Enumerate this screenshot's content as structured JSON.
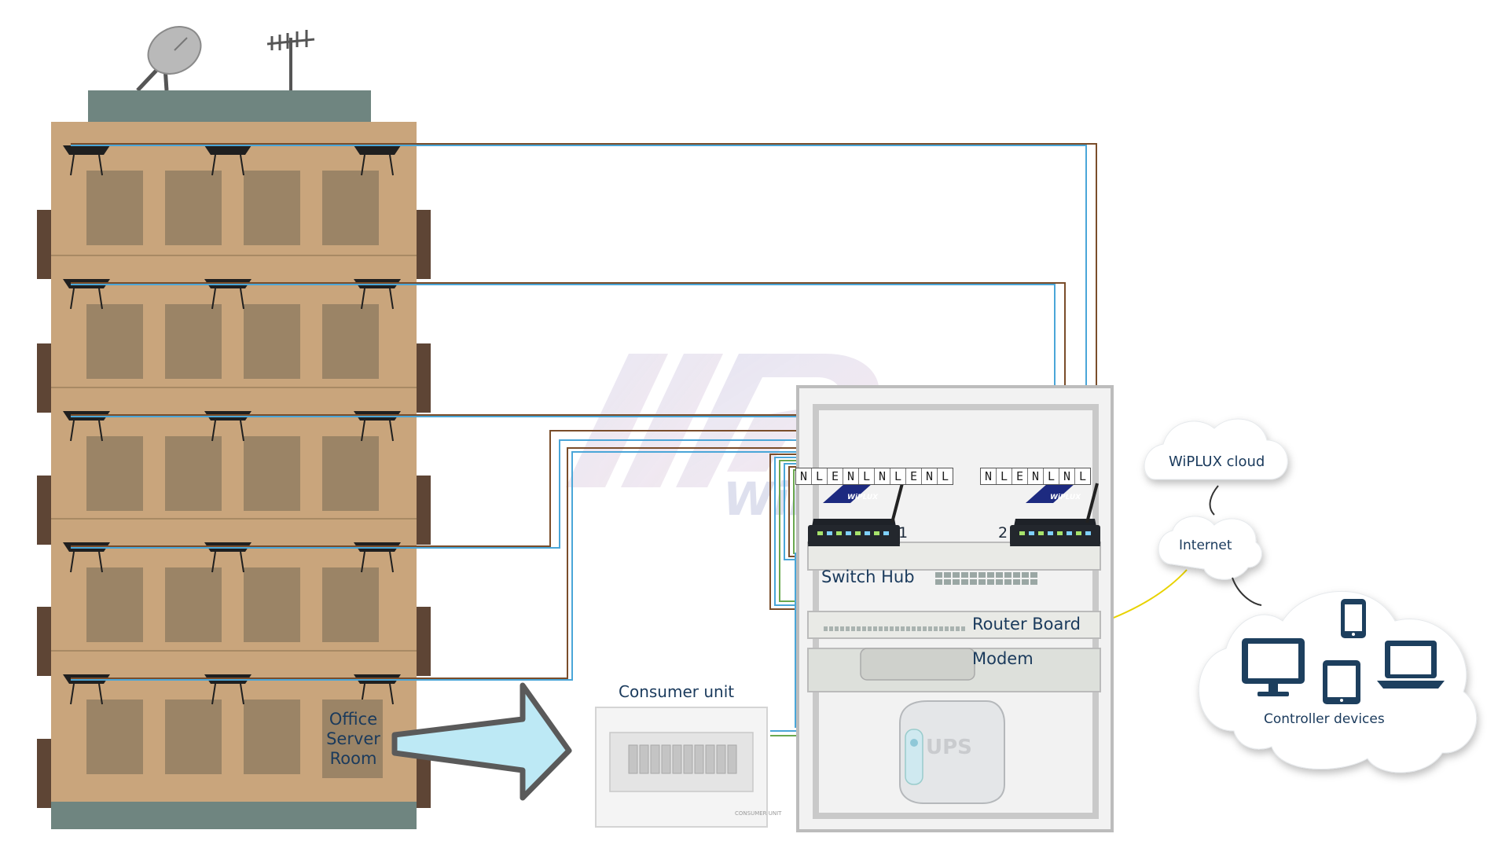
{
  "labels": {
    "office_line1": "Office",
    "office_line2": "Server",
    "office_line3": "Room",
    "consumer_unit": "Consumer unit",
    "switch_hub": "Switch Hub",
    "router_board": "Router Board",
    "modem": "Modem",
    "ups": "UPS",
    "wiplux_cloud": "WiPLUX cloud",
    "internet": "Internet",
    "controller_devices": "Controller devices",
    "controller1_number": "1",
    "controller2_number": "2",
    "device_brand": "WiPLUX",
    "consumer_unit_plate": "CONSUMER UNIT"
  },
  "controller1_terminals": [
    "N",
    "L",
    "E",
    "N",
    "L",
    "N",
    "L",
    "E",
    "N",
    "L"
  ],
  "controller2_terminals": [
    "N",
    "L",
    "E",
    "N",
    "L",
    "N",
    "L"
  ],
  "colors": {
    "building": "#c9a57c",
    "window": "#9b8466",
    "shutter": "#5e4535",
    "roof": "#6f8580",
    "wire_brown": "#7a4d2a",
    "wire_blue": "#4aa6d8",
    "wire_green": "#6aa84f",
    "wire_yellow": "#e8d200",
    "device_navy": "#1d3f5e",
    "arrow_fill": "#bde9f5"
  },
  "icons": [
    "satellite-dish-icon",
    "antenna-icon",
    "ceiling-light-icon",
    "arrow-right-icon",
    "cloud-icon",
    "monitor-icon",
    "smartphone-icon",
    "tablet-icon",
    "laptop-icon",
    "ups-icon"
  ]
}
